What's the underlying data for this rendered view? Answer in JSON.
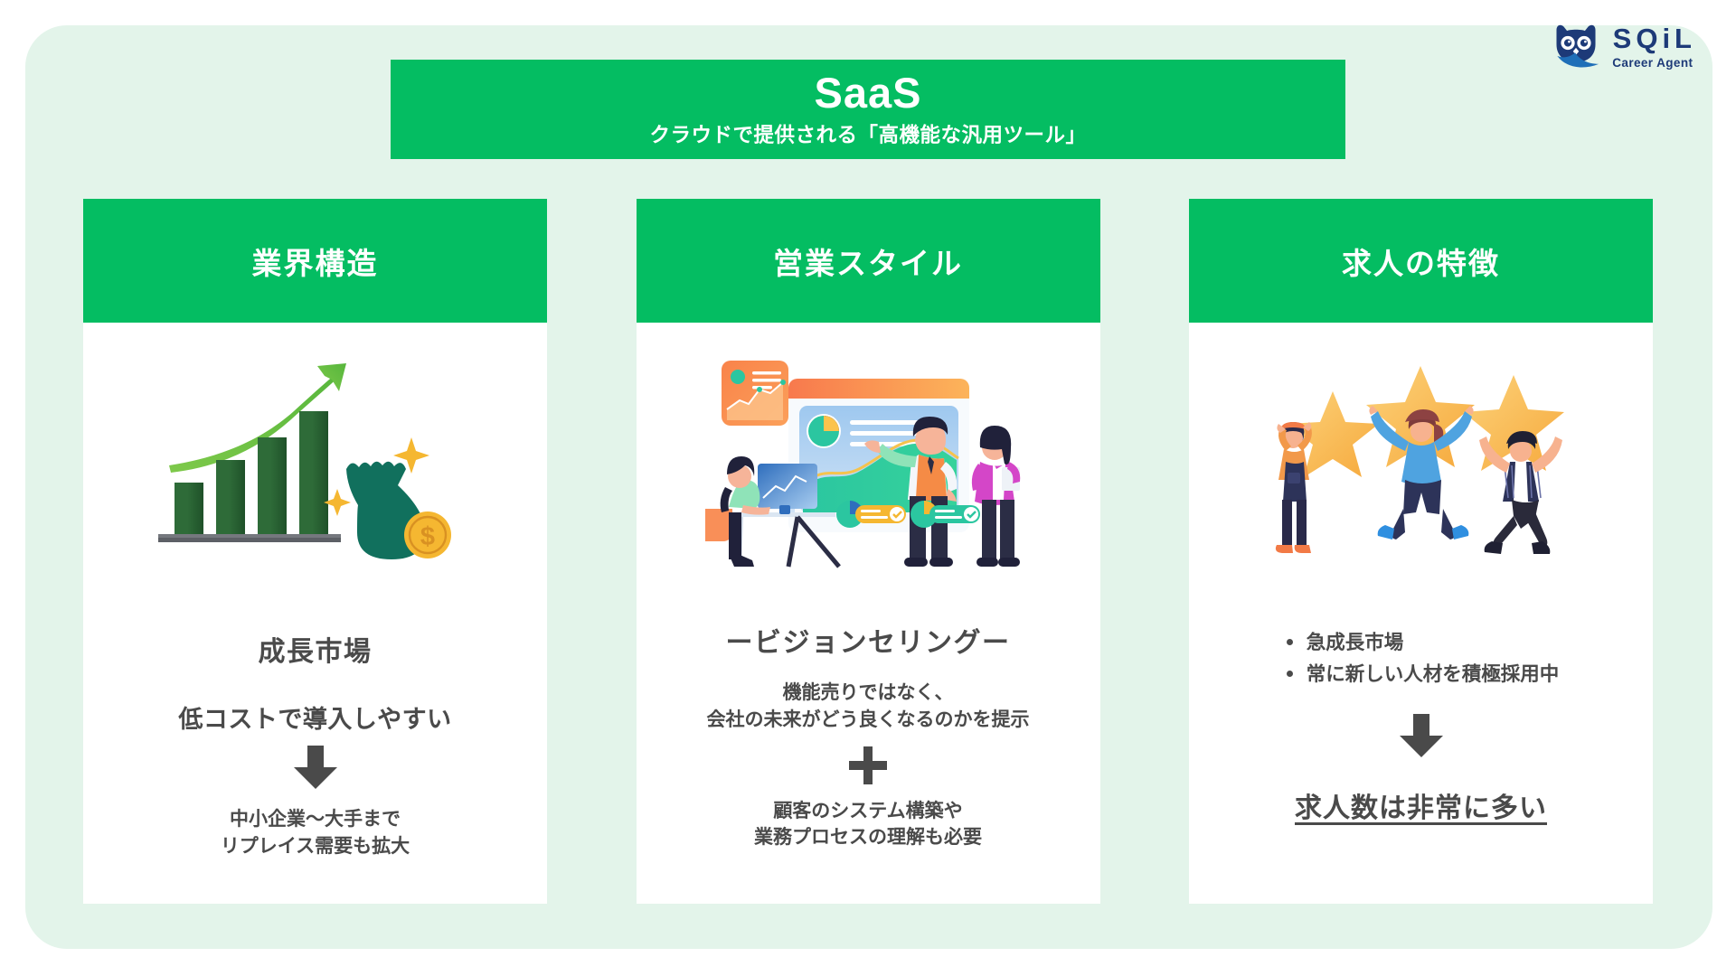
{
  "logo": {
    "icon": "owl-icon",
    "name": "SQiL",
    "tagline": "Career Agent",
    "color": "#1d3a78"
  },
  "theme": {
    "panel_bg": "#e3f4ea",
    "accent_green": "#04bd62",
    "card_bg": "#ffffff",
    "text_gray": "#4a4a4a",
    "gold": "#f5b731",
    "teal": "#11705d"
  },
  "banner": {
    "title": "SaaS",
    "subtitle": "クラウドで提供される「高機能な汎用ツール」"
  },
  "columns": [
    {
      "header": "業界構造",
      "illustration": "growth-chart-money-bag-illustration",
      "headline": "成長市場",
      "lead": "低コストで導入しやすい",
      "connector": "down-arrow",
      "footer_lines": [
        "中小企業〜大手まで",
        "リプレイス需要も拡大"
      ]
    },
    {
      "header": "営業スタイル",
      "illustration": "business-presentation-illustration",
      "headline": "ービジョンセリングー",
      "body_lines": [
        "機能売りではなく、",
        "会社の未来がどう良くなるのかを提示"
      ],
      "connector": "plus-sign",
      "footer_lines": [
        "顧客のシステム構築や",
        "業務プロセスの理解も必要"
      ]
    },
    {
      "header": "求人の特徴",
      "illustration": "people-holding-stars-illustration",
      "bullets": [
        "急成長市場",
        "常に新しい人材を積極採用中"
      ],
      "connector": "down-arrow",
      "conclusion": "求人数は非常に多い"
    }
  ]
}
